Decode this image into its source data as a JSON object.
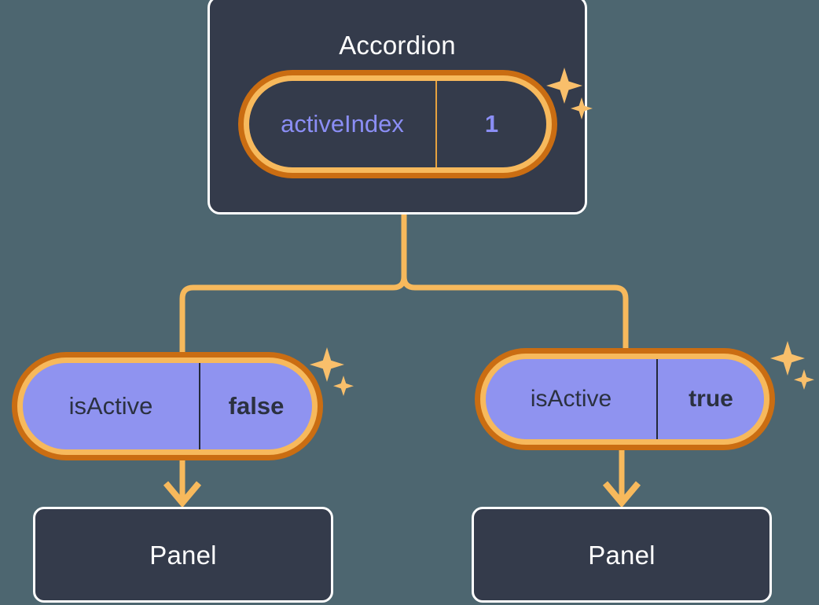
{
  "diagram": {
    "type": "component-state-tree",
    "background_color": "#4d6670",
    "accent_color": "#f7b95c",
    "accent_dark_color": "#ca6d12",
    "node_fill_color": "#343b4b",
    "pill_fill_color": "#8f93f0",
    "state_text_color": "#8b8ef5"
  },
  "root": {
    "title": "Accordion",
    "state": {
      "key": "activeIndex",
      "value": "1"
    }
  },
  "branches": [
    {
      "state": {
        "key": "isActive",
        "value": "false"
      },
      "child": {
        "title": "Panel"
      }
    },
    {
      "state": {
        "key": "isActive",
        "value": "true"
      },
      "child": {
        "title": "Panel"
      }
    }
  ],
  "icons": {
    "sparkle": "sparkle-icon",
    "arrow": "arrow-down-icon"
  }
}
